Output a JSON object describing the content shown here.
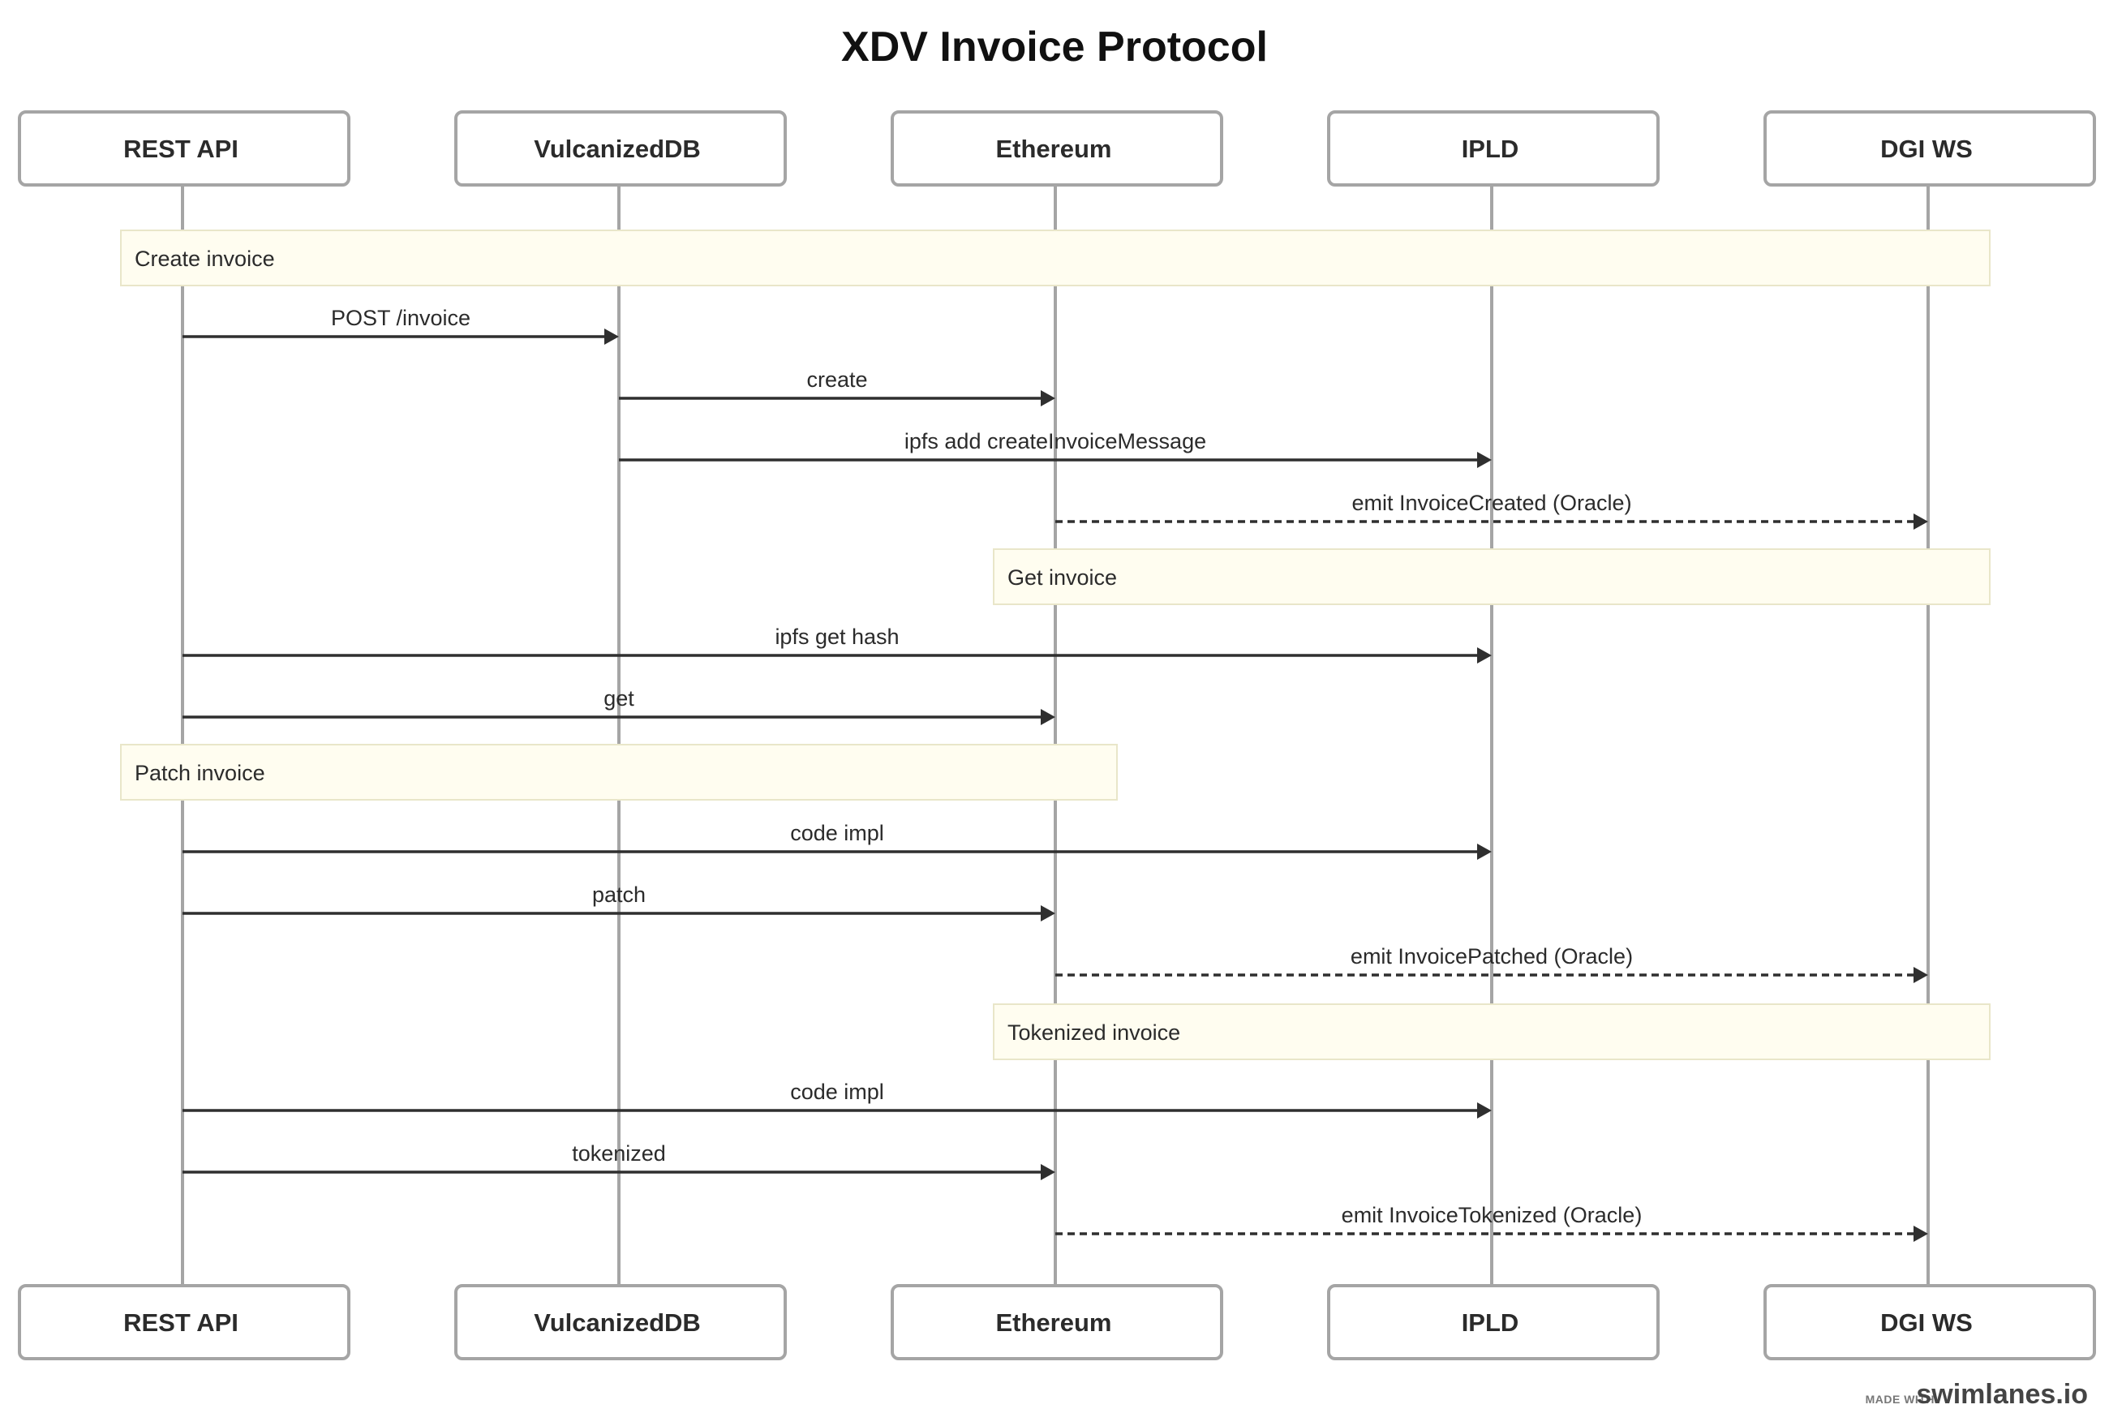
{
  "diagram": {
    "title": "XDV Invoice Protocol",
    "participants": [
      {
        "id": "rest",
        "label": "REST API"
      },
      {
        "id": "vdb",
        "label": "VulcanizedDB"
      },
      {
        "id": "eth",
        "label": "Ethereum"
      },
      {
        "id": "ipld",
        "label": "IPLD"
      },
      {
        "id": "dgi",
        "label": "DGI WS"
      }
    ],
    "steps": [
      {
        "kind": "note",
        "text": "Create invoice",
        "from": "rest",
        "to": "dgi"
      },
      {
        "kind": "message",
        "text": "POST /invoice",
        "from": "rest",
        "to": "vdb",
        "style": "solid"
      },
      {
        "kind": "message",
        "text": "create",
        "from": "vdb",
        "to": "eth",
        "style": "solid"
      },
      {
        "kind": "message",
        "text": "ipfs add createInvoiceMessage",
        "from": "vdb",
        "to": "ipld",
        "style": "solid"
      },
      {
        "kind": "message",
        "text": "emit InvoiceCreated (Oracle)",
        "from": "eth",
        "to": "dgi",
        "style": "dashed"
      },
      {
        "kind": "note",
        "text": "Get invoice",
        "from": "eth",
        "to": "dgi"
      },
      {
        "kind": "message",
        "text": "ipfs get hash",
        "from": "rest",
        "to": "ipld",
        "style": "solid"
      },
      {
        "kind": "message",
        "text": "get",
        "from": "rest",
        "to": "eth",
        "style": "solid"
      },
      {
        "kind": "note",
        "text": "Patch invoice",
        "from": "rest",
        "to": "eth"
      },
      {
        "kind": "message",
        "text": "code impl",
        "from": "rest",
        "to": "ipld",
        "style": "solid"
      },
      {
        "kind": "message",
        "text": "patch",
        "from": "rest",
        "to": "eth",
        "style": "solid"
      },
      {
        "kind": "message",
        "text": "emit InvoicePatched (Oracle)",
        "from": "eth",
        "to": "dgi",
        "style": "dashed"
      },
      {
        "kind": "note",
        "text": "Tokenized invoice",
        "from": "eth",
        "to": "dgi"
      },
      {
        "kind": "message",
        "text": "code impl",
        "from": "rest",
        "to": "ipld",
        "style": "solid"
      },
      {
        "kind": "message",
        "text": "tokenized",
        "from": "rest",
        "to": "eth",
        "style": "solid"
      },
      {
        "kind": "message",
        "text": "emit InvoiceTokenized (Oracle)",
        "from": "eth",
        "to": "dgi",
        "style": "dashed"
      }
    ]
  },
  "footer": {
    "made_with": "MADE WITH",
    "brand": "swimlanes.io"
  }
}
